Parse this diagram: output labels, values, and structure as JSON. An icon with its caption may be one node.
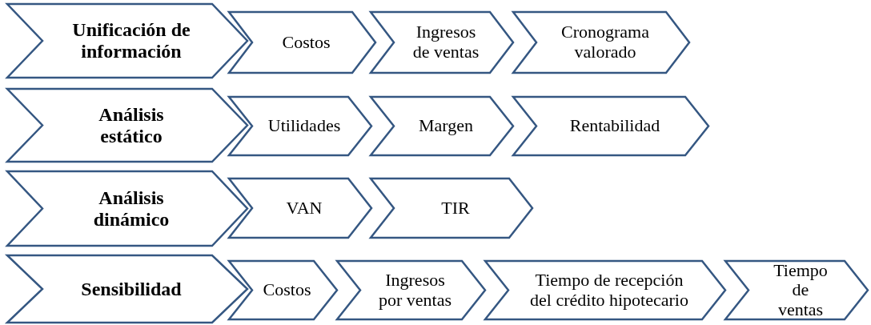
{
  "diagram": {
    "nodes": [
      {
        "text": [
          "Unificación de información"
        ]
      },
      {
        "text": [
          "Costos"
        ]
      },
      {
        "text": [
          "Ingresos de ventas"
        ]
      },
      {
        "text": [
          "Cronograma valorado"
        ]
      },
      {
        "text": [
          "Análisis estático"
        ]
      },
      {
        "text": [
          "Utilidades"
        ]
      },
      {
        "text": [
          "Margen"
        ]
      },
      {
        "text": [
          "Rentabilidad"
        ]
      },
      {
        "text": [
          "Análisis dinámico"
        ]
      },
      {
        "text": [
          "VAN"
        ]
      },
      {
        "text": [
          "TIR"
        ]
      },
      {
        "text": [
          "Sensibilidad"
        ]
      },
      {
        "text": [
          "Costos"
        ]
      },
      {
        "text": [
          "Ingresos por ventas"
        ]
      },
      {
        "text": [
          "Tiempo de recepción del crédito hipotecario"
        ]
      },
      {
        "text": [
          "Tiempo de ventas"
        ]
      }
    ]
  }
}
